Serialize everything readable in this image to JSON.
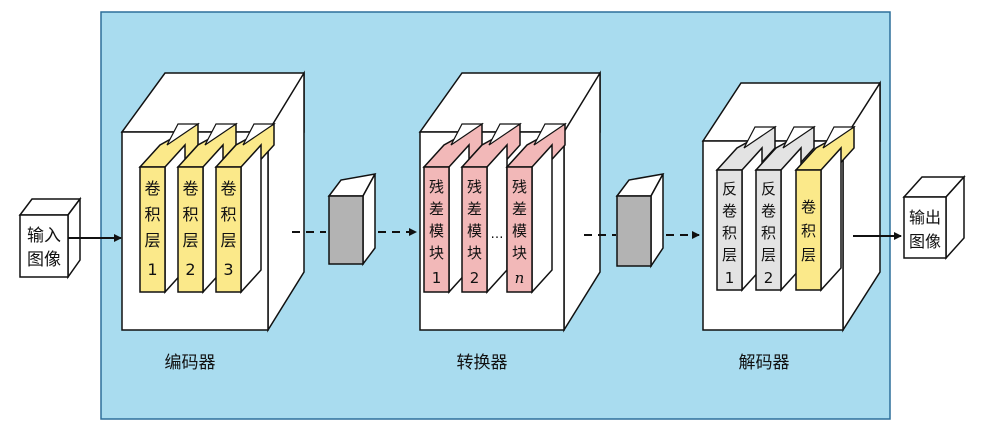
{
  "colors": {
    "panel": "#a9dcef",
    "panel_border": "#2d6f9a",
    "box_face": "#ffffff",
    "conv_layer": "#fbe98a",
    "res_block": "#f2b8b8",
    "deconv_layer": "#e3e3e3",
    "feature_map": "#b3b3b3",
    "line": "#111111"
  },
  "input": {
    "label": [
      "输入",
      "图像"
    ]
  },
  "output": {
    "label": [
      "输出",
      "图像"
    ]
  },
  "encoder": {
    "caption": "编码器",
    "layers": [
      {
        "text": [
          "卷",
          "积",
          "层",
          "1"
        ]
      },
      {
        "text": [
          "卷",
          "积",
          "层",
          "2"
        ]
      },
      {
        "text": [
          "卷",
          "积",
          "层",
          "3"
        ]
      }
    ]
  },
  "transformer": {
    "caption": "转换器",
    "ellipsis": "…",
    "blocks": [
      {
        "text": [
          "残",
          "差",
          "模",
          "块",
          "1"
        ]
      },
      {
        "text": [
          "残",
          "差",
          "模",
          "块",
          "2"
        ]
      },
      {
        "text": [
          "残",
          "差",
          "模",
          "块",
          "n"
        ]
      }
    ]
  },
  "decoder": {
    "caption": "解码器",
    "layers": [
      {
        "text": [
          "反",
          "卷",
          "积",
          "层",
          "1"
        ]
      },
      {
        "text": [
          "反",
          "卷",
          "积",
          "层",
          "2"
        ]
      },
      {
        "text": [
          "卷",
          "积",
          "层"
        ]
      }
    ]
  }
}
